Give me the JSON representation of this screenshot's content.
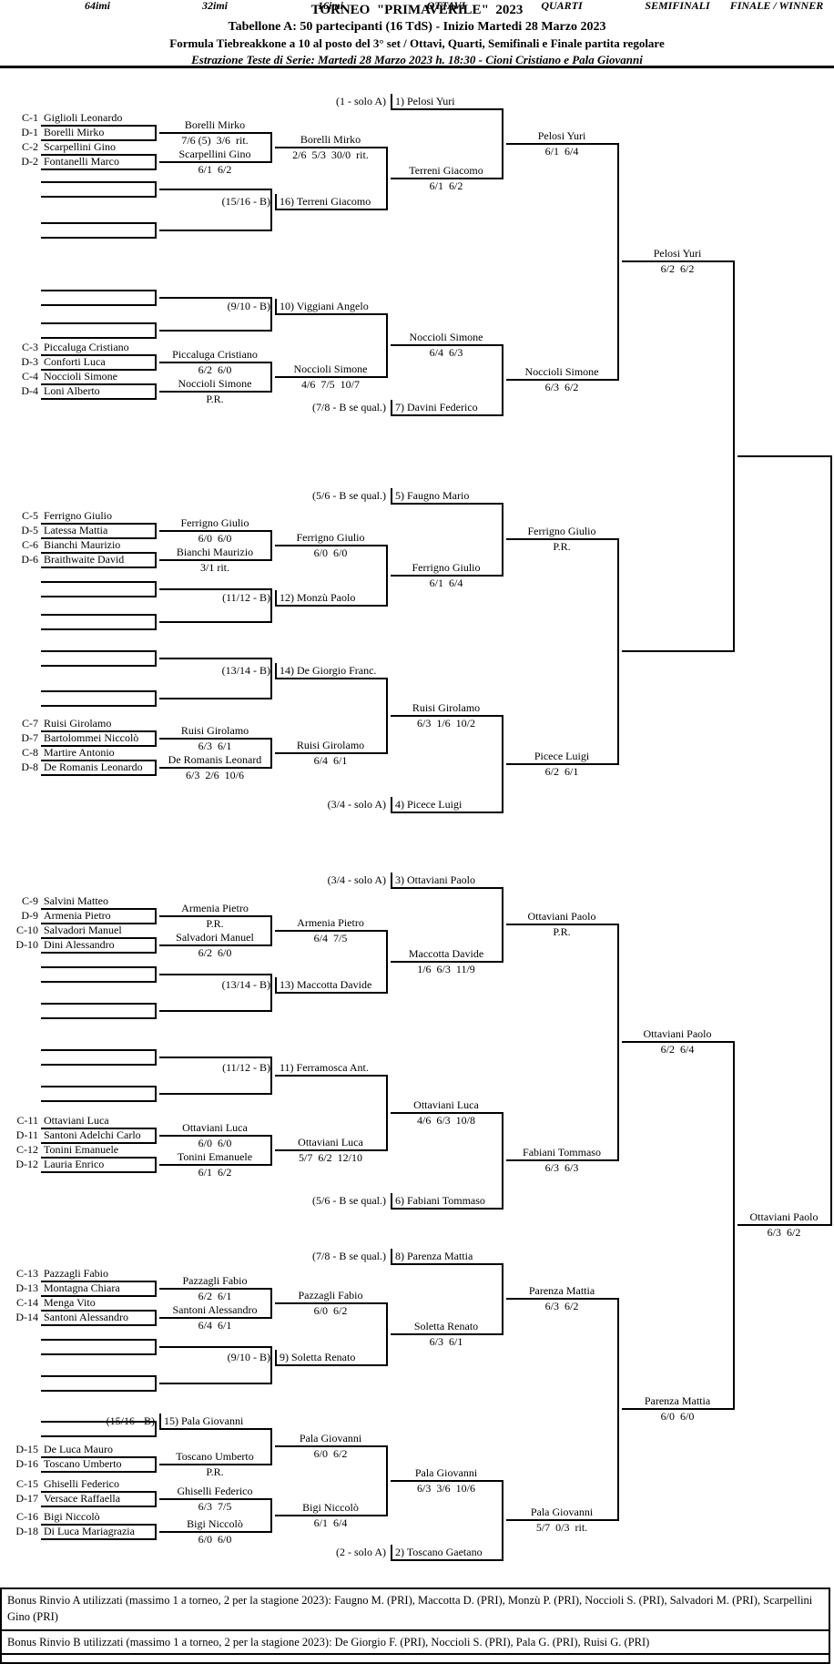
{
  "header": {
    "title": "TORNEO  \"PRIMAVERILE\"  2023",
    "subtitle": "Tabellone A: 50 partecipanti (16 TdS) - Inizio Martedi 28 Marzo 2023",
    "formula": "Formula Tiebreakkone a 10 al posto del 3° set / Ottavi, Quarti, Semifinali e Finale partita regolare",
    "seeding": "Estrazione Teste di Serie: Martedi 28 Marzo 2023 h. 18:30 - Cioni Cristiano e Pala Giovanni"
  },
  "columns": [
    "64imi",
    "32imi",
    "16imi",
    "OTTAVI",
    "QUARTI",
    "SEMIFINALI",
    "FINALE / WINNER"
  ],
  "bracket": {
    "players": [
      {
        "label": "C-1",
        "name": "Giglioli Leonardo"
      },
      {
        "label": "D-1",
        "name": "Borelli Mirko"
      },
      {
        "label": "C-2",
        "name": "Scarpellini Gino"
      },
      {
        "label": "D-2",
        "name": "Fontanelli Marco"
      },
      {
        "label": "C-3",
        "name": "Piccaluga Cristiano"
      },
      {
        "label": "D-3",
        "name": "Conforti Luca"
      },
      {
        "label": "C-4",
        "name": "Noccioli Simone"
      },
      {
        "label": "D-4",
        "name": "Loni Alberto"
      },
      {
        "label": "C-5",
        "name": "Ferrigno Giulio"
      },
      {
        "label": "D-5",
        "name": "Latessa Mattia"
      },
      {
        "label": "C-6",
        "name": "Bianchi Maurizio"
      },
      {
        "label": "D-6",
        "name": "Braithwaite David"
      },
      {
        "label": "C-7",
        "name": "Ruisi Girolamo"
      },
      {
        "label": "D-7",
        "name": "Bartolommei Niccolò"
      },
      {
        "label": "C-8",
        "name": "Martire Antonio"
      },
      {
        "label": "D-8",
        "name": "De Romanis Leonardo"
      },
      {
        "label": "C-9",
        "name": "Salvini Matteo"
      },
      {
        "label": "D-9",
        "name": "Armenia Pietro"
      },
      {
        "label": "C-10",
        "name": "Salvadori Manuel"
      },
      {
        "label": "D-10",
        "name": "Dini Alessandro"
      },
      {
        "label": "C-11",
        "name": "Ottaviani Luca"
      },
      {
        "label": "D-11",
        "name": "Santoni Adelchi Carlo"
      },
      {
        "label": "C-12",
        "name": "Tonini Emanuele"
      },
      {
        "label": "D-12",
        "name": "Lauria Enrico"
      },
      {
        "label": "C-13",
        "name": "Pazzagli Fabio"
      },
      {
        "label": "D-13",
        "name": "Montagna Chiara"
      },
      {
        "label": "C-14",
        "name": "Menga Vito"
      },
      {
        "label": "D-14",
        "name": "Santoni Alessandro"
      },
      {
        "label": "D-15",
        "name": "De Luca Mauro"
      },
      {
        "label": "D-16",
        "name": "Toscano Umberto"
      },
      {
        "label": "C-15",
        "name": "Ghiselli Federico"
      },
      {
        "label": "D-17",
        "name": "Versace Raffaella"
      },
      {
        "label": "C-16",
        "name": "Bigi Niccolò"
      },
      {
        "label": "D-18",
        "name": "Di Luca Mariagrazia"
      }
    ],
    "seeds": [
      {
        "note": "(1 - solo A)",
        "name": "1) Pelosi Yuri"
      },
      {
        "note": "(15/16 - B)",
        "name": "16) Terreni Giacomo"
      },
      {
        "note": "(9/10 - B)",
        "name": "10) Viggiani Angelo"
      },
      {
        "note": "(7/8 - B se qual.)",
        "name": "7) Davini Federico"
      },
      {
        "note": "(5/6 - B se qual.)",
        "name": "5) Faugno Mario"
      },
      {
        "note": "(11/12 - B)",
        "name": "12) Monzù Paolo"
      },
      {
        "note": "(13/14 - B)",
        "name": "14) De Giorgio Franc."
      },
      {
        "note": "(3/4 - solo A)",
        "name": "4) Picece Luigi"
      },
      {
        "note": "(3/4 - solo A)",
        "name": "3) Ottaviani Paolo"
      },
      {
        "note": "(13/14 - B)",
        "name": "13) Maccotta Davide"
      },
      {
        "note": "(11/12 - B)",
        "name": "11) Ferramosca Ant."
      },
      {
        "note": "(5/6 - B se qual.)",
        "name": "6) Fabiani Tommaso"
      },
      {
        "note": "(7/8 - B se qual.)",
        "name": "8) Parenza Mattia"
      },
      {
        "note": "(9/10 - B)",
        "name": "9) Soletta Renato"
      },
      {
        "note": "(15/16 - B)",
        "name": "15) Pala Giovanni"
      },
      {
        "note": "(2 - solo A)",
        "name": "2) Toscano Gaetano"
      }
    ],
    "matches": [
      {
        "winner": "Borelli Mirko",
        "score": "7/6 (5)  3/6  rit."
      },
      {
        "winner": "Scarpellini Gino",
        "score": "6/1  6/2"
      },
      {
        "winner": "Borelli Mirko",
        "score": "2/6  5/3  30/0  rit."
      },
      {
        "winner": "Terreni Giacomo",
        "score": "6/1  6/2"
      },
      {
        "winner": "Pelosi Yuri",
        "score": "6/1  6/4"
      },
      {
        "winner": "Piccaluga Cristiano",
        "score": "6/2  6/0"
      },
      {
        "winner": "Noccioli Simone",
        "score": "P.R."
      },
      {
        "winner": "Noccioli Simone",
        "score": "4/6  7/5  10/7"
      },
      {
        "winner": "Noccioli Simone",
        "score": "6/4  6/3"
      },
      {
        "winner": "Noccioli Simone",
        "score": "6/3  6/2"
      },
      {
        "winner": "Pelosi Yuri",
        "score": "6/2  6/2"
      },
      {
        "winner": "Ferrigno Giulio",
        "score": "6/0  6/0"
      },
      {
        "winner": "Bianchi Maurizio",
        "score": "3/1 rit."
      },
      {
        "winner": "Ferrigno Giulio",
        "score": "6/0  6/0"
      },
      {
        "winner": "Ferrigno Giulio",
        "score": "6/1  6/4"
      },
      {
        "winner": "Ferrigno Giulio",
        "score": "P.R."
      },
      {
        "winner": "Ruisi Girolamo",
        "score": "6/3  6/1"
      },
      {
        "winner": "De Romanis Leonard",
        "score": "6/3  2/6  10/6"
      },
      {
        "winner": "Ruisi Girolamo",
        "score": "6/4  6/1"
      },
      {
        "winner": "Ruisi Girolamo",
        "score": "6/3  1/6  10/2"
      },
      {
        "winner": "Picece Luigi",
        "score": "6/2  6/1"
      },
      {
        "winner": "Armenia Pietro",
        "score": "P.R."
      },
      {
        "winner": "Salvadori Manuel",
        "score": "6/2  6/0"
      },
      {
        "winner": "Armenia Pietro",
        "score": "6/4  7/5"
      },
      {
        "winner": "Maccotta Davide",
        "score": "1/6  6/3  11/9"
      },
      {
        "winner": "Ottaviani Paolo",
        "score": "P.R."
      },
      {
        "winner": "Ottaviani Luca",
        "score": "6/0  6/0"
      },
      {
        "winner": "Tonini Emanuele",
        "score": "6/1  6/2"
      },
      {
        "winner": "Ottaviani Luca",
        "score": "5/7  6/2  12/10"
      },
      {
        "winner": "Ottaviani Luca",
        "score": "4/6  6/3  10/8"
      },
      {
        "winner": "Fabiani Tommaso",
        "score": "6/3  6/3"
      },
      {
        "winner": "Ottaviani Paolo",
        "score": "6/2  6/4"
      },
      {
        "winner": "Pazzagli Fabio",
        "score": "6/2  6/1"
      },
      {
        "winner": "Santoni Alessandro",
        "score": "6/4  6/1"
      },
      {
        "winner": "Pazzagli Fabio",
        "score": "6/0  6/2"
      },
      {
        "winner": "Soletta Renato",
        "score": "6/3  6/1"
      },
      {
        "winner": "Parenza Mattia",
        "score": "6/3  6/2"
      },
      {
        "winner": "Toscano Umberto",
        "score": "P.R."
      },
      {
        "winner": "Ghiselli Federico",
        "score": "6/3  7/5"
      },
      {
        "winner": "Bigi Niccolò",
        "score": "6/0  6/0"
      },
      {
        "winner": "Pala Giovanni",
        "score": "6/0  6/2"
      },
      {
        "winner": "Bigi Niccolò",
        "score": "6/1  6/4"
      },
      {
        "winner": "Pala Giovanni",
        "score": "6/3  3/6  10/6"
      },
      {
        "winner": "Pala Giovanni",
        "score": "5/7  0/3  rit."
      },
      {
        "winner": "Parenza Mattia",
        "score": "6/0  6/0"
      },
      {
        "winner": "Ottaviani Paolo",
        "score": "6/3  6/2"
      }
    ]
  },
  "footer": {
    "bonus_a": "Bonus Rinvio A utilizzati (massimo 1 a torneo, 2 per la stagione 2023): Faugno M. (PRI), Maccotta D. (PRI), Monzù P. (PRI), Noccioli S. (PRI), Salvadori M. (PRI), Scarpellini Gino (PRI)",
    "bonus_b": "Bonus Rinvio B utilizzati (massimo 1 a torneo, 2 per la stagione 2023): De Giorgio F. (PRI), Noccioli S. (PRI), Pala G. (PRI), Ruisi G. (PRI)"
  }
}
